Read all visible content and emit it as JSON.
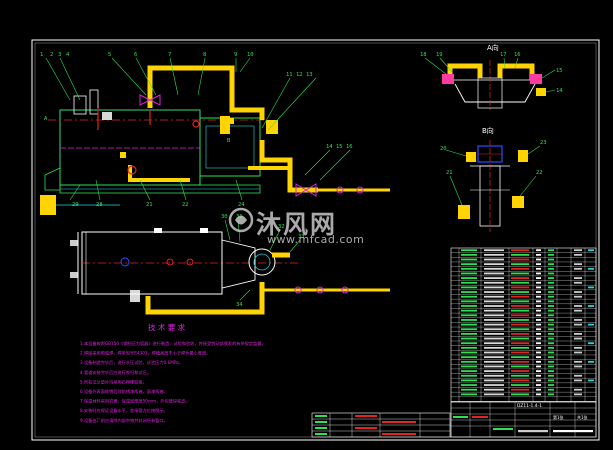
{
  "drawing": {
    "background": "#000000",
    "colors": {
      "frame": "#ffffff",
      "pipe": "#ffd400",
      "line_green": "#2fe04f",
      "line_cyan": "#27d7e0",
      "line_red": "#e02525",
      "line_magenta": "#e020e0",
      "line_blue": "#2c4dff"
    },
    "views": {
      "section_a": "A向",
      "section_b": "B向"
    },
    "requirements": {
      "title": "技 术 要 求",
      "items": [
        "1.本设备按照GB150《钢制压力容器》进行制造、试验和验收，并接受劳动部颁发的有关规定监督。",
        "2.焊接采用电弧焊，焊条型号E4303，焊缝高度不小于焊件最小厚度。",
        "3.设备制造完毕后，进行水压试验，试验压力0.6MPa。",
        "4.管道安装完毕后应进行吹扫和试压。",
        "5.所有法兰垫片均采用石棉橡胶板。",
        "6.设备外表面除锈后涂防锈漆两遍，面漆两遍。",
        "7.保温材料采用岩棉，保温层厚度50mm，外包镀锌铁皮。",
        "8.安装时应保证设备水平，各接管方位按图示。",
        "9.设备出厂前应清除内部杂物并封闭所有管口。"
      ]
    },
    "watermark": {
      "brand": "沐风网",
      "url": "www.mfcad.com"
    },
    "title_block": {
      "drawing_no": "DZ11-1.4-1",
      "sheet": "第1张",
      "total": "共1张"
    }
  }
}
